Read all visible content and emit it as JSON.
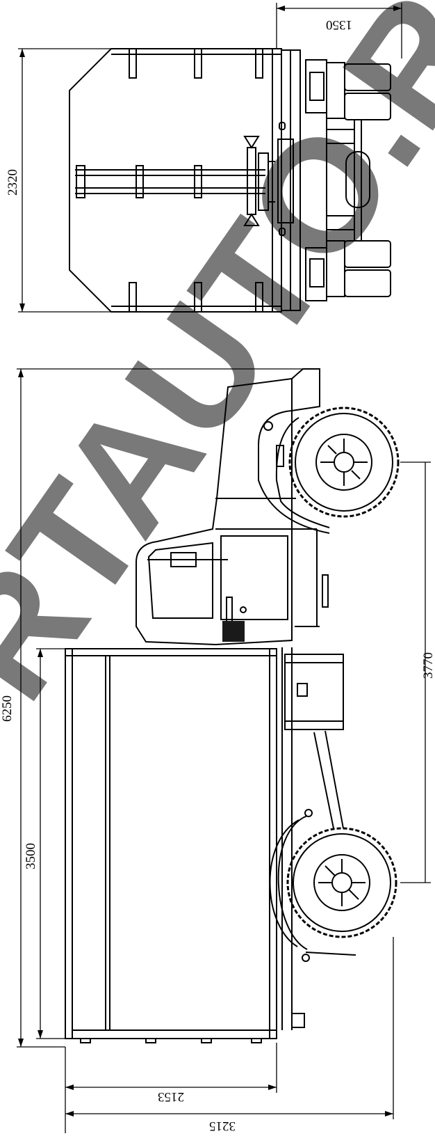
{
  "dimensions": {
    "overall_length": "6250",
    "wheelbase": "3770",
    "body_length": "3500",
    "overall_width": "2320",
    "track_width": "1350",
    "overall_height": "3215",
    "body_height": "2153"
  },
  "watermark": {
    "text": "RTAUTO.R",
    "color": "#000000"
  },
  "colors": {
    "line": "#000000",
    "background": "#ffffff",
    "dark_fill": "#1a1a1a"
  }
}
